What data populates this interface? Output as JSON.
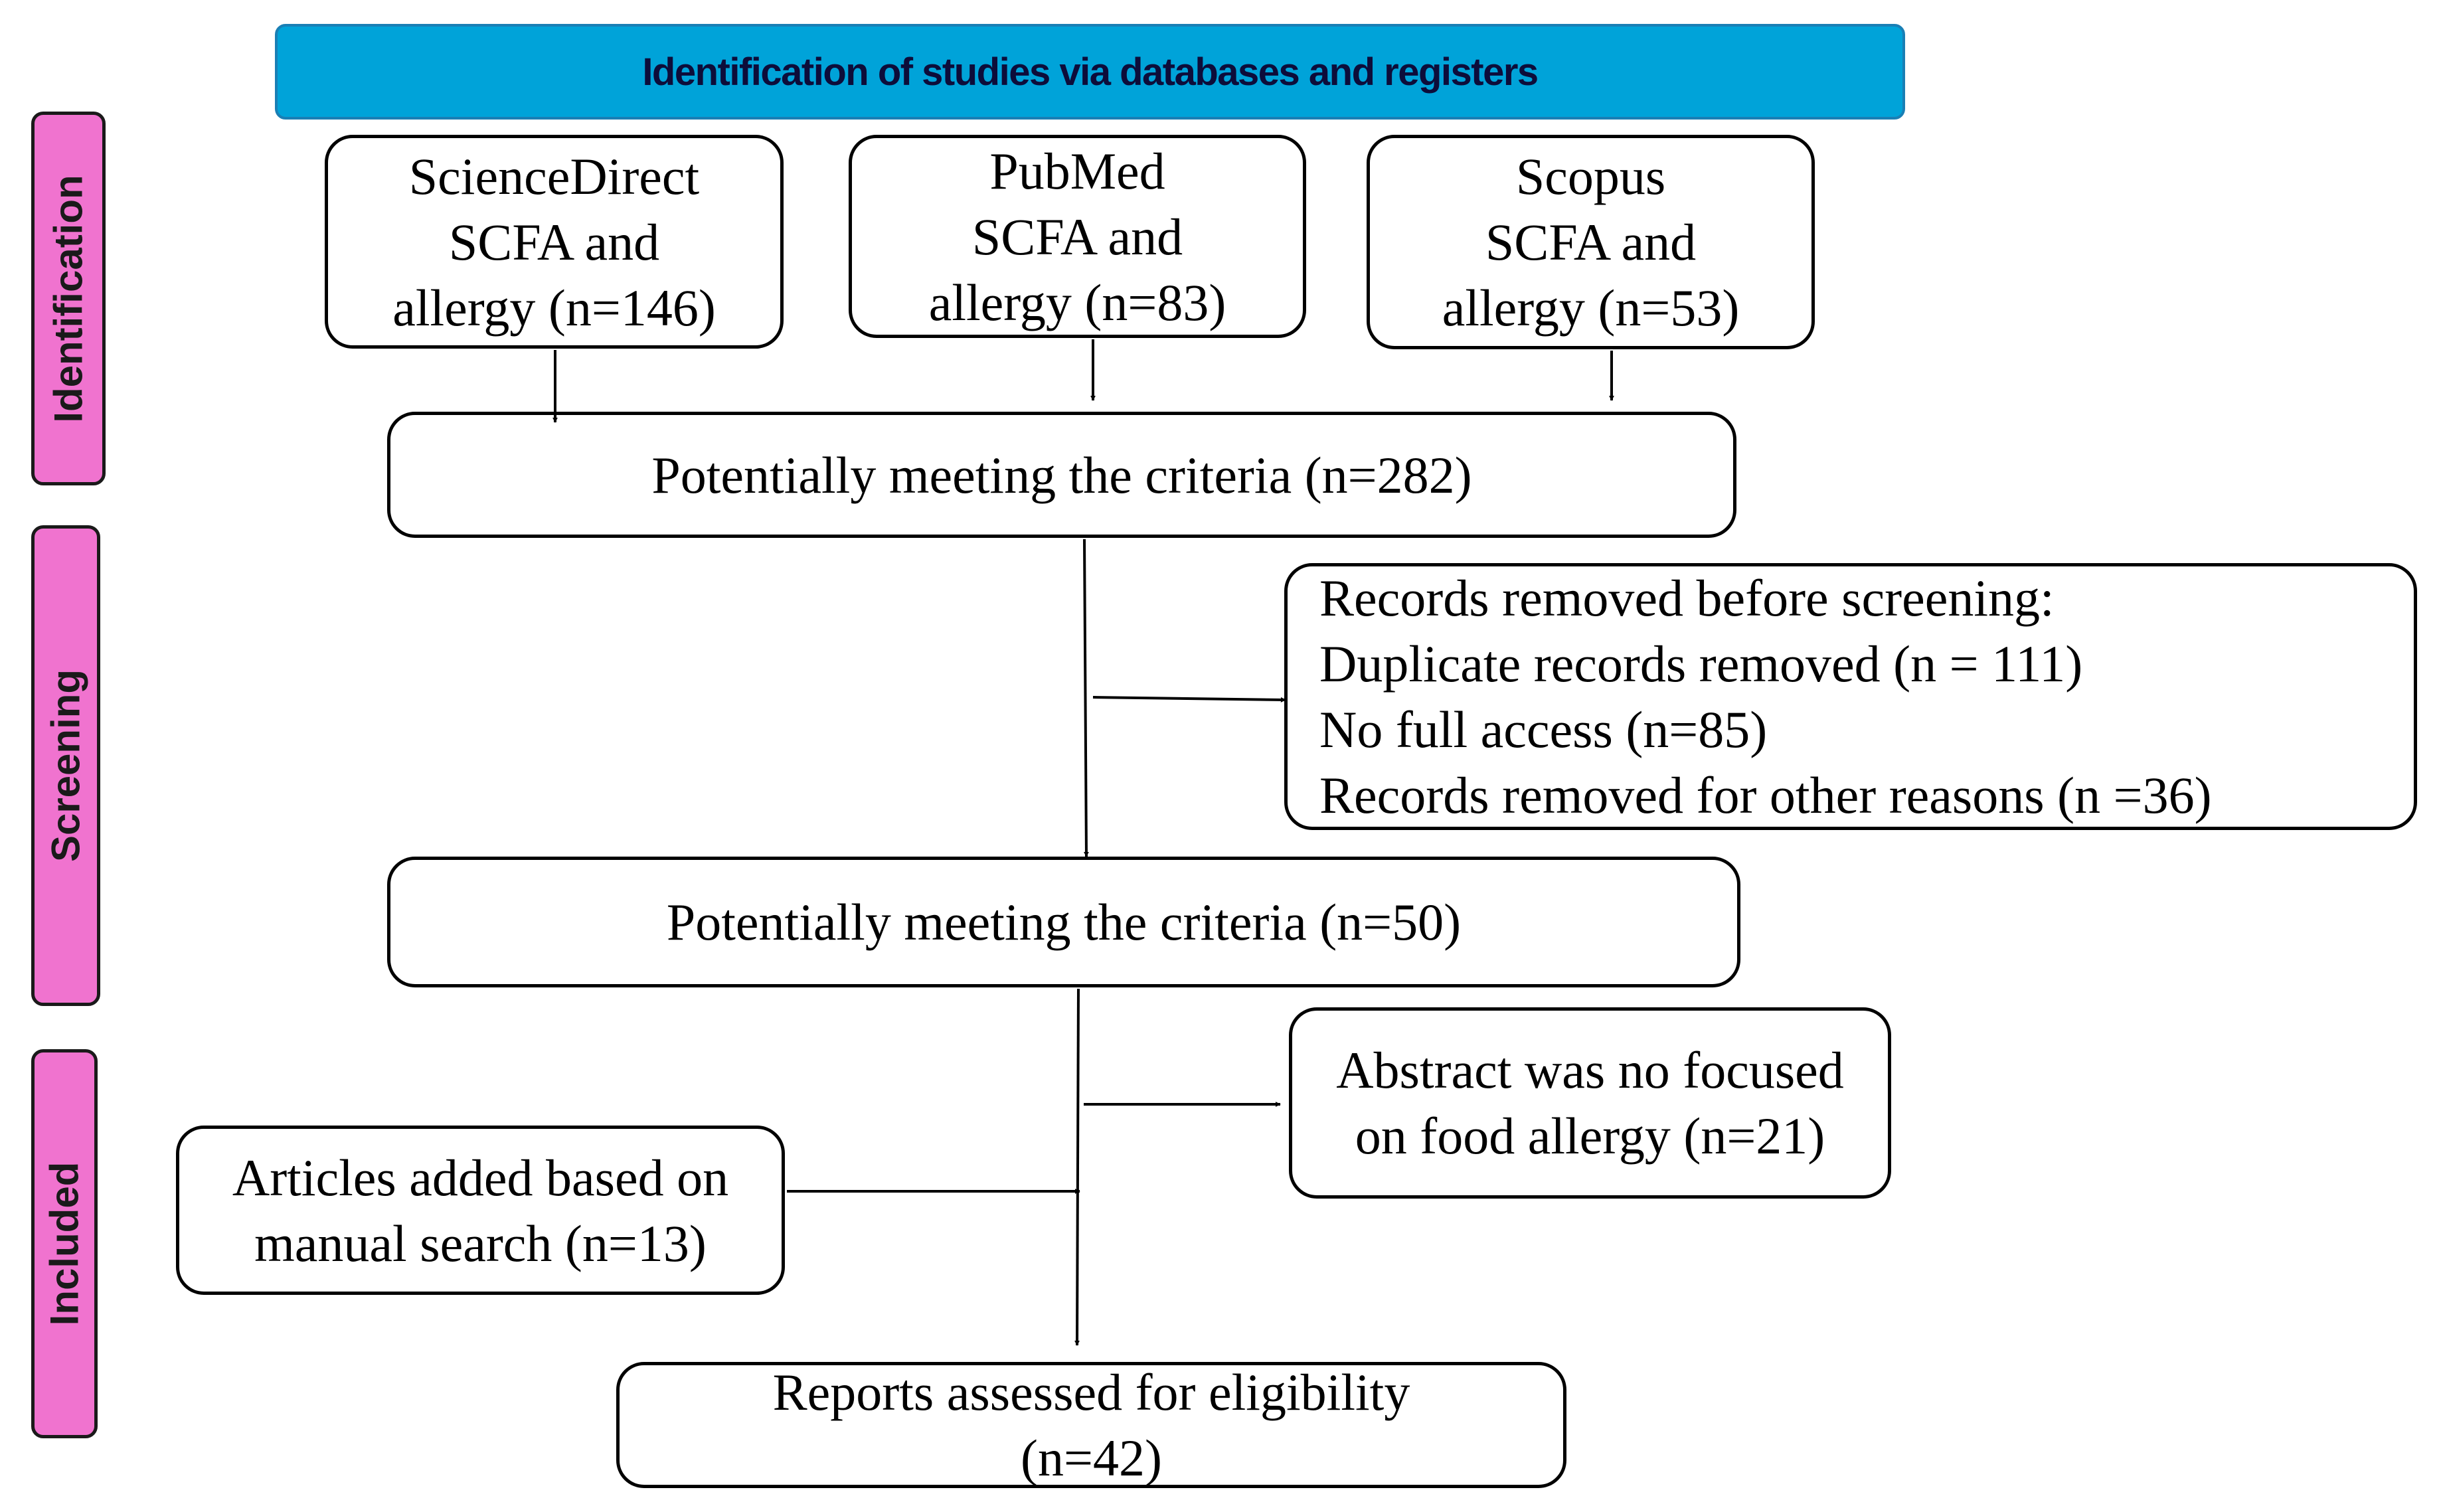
{
  "header": {
    "title": "Identification of studies via databases and registers"
  },
  "phases": {
    "identification": "Identification",
    "screening": "Screening",
    "included": "Included"
  },
  "sources": {
    "sciencedirect": {
      "line1": "ScienceDirect",
      "line2": "SCFA and",
      "line3": "allergy (n=146)"
    },
    "pubmed": {
      "line1": "PubMed",
      "line2": "SCFA and",
      "line3": "allergy (n=83)"
    },
    "scopus": {
      "line1": "Scopus",
      "line2": "SCFA and",
      "line3": "allergy (n=53)"
    }
  },
  "potential_1": "Potentially meeting the criteria (n=282)",
  "removed": {
    "line1": "Records removed before screening:",
    "line2": "Duplicate records removed  (n = 111)",
    "line3": "No full access (n=85)",
    "line4": "Records removed for other reasons (n =36)"
  },
  "potential_2": "Potentially meeting the criteria (n=50)",
  "abstract_excluded": {
    "line1": "Abstract was no focused",
    "line2": "on food allergy (n=21)"
  },
  "manual_search": {
    "line1": "Articles added based on",
    "line2": "manual search (n=13)"
  },
  "reports": {
    "line1": "Reports assessed for eligibility",
    "line2": "(n=42)"
  }
}
